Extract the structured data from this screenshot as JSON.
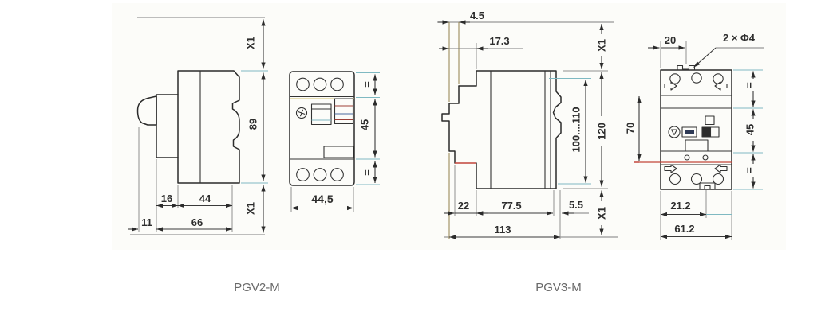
{
  "page": {
    "background": "#ffffff"
  },
  "colors": {
    "line": "#2b2b2b",
    "dimension_text": "#2e2e2e",
    "caption_text": "#6a6a6a",
    "accent_red": "#c2453a",
    "accent_cyan": "#7fb9c2",
    "accent_olive": "#9c8a5a",
    "accent_green": "#7d8746",
    "accent_yellow": "#cfc06a",
    "accent_blue": "#4a6a9e",
    "button_dark": "#2e3a55"
  },
  "pgv2": {
    "caption": "PGV2-M",
    "side": {
      "x1_top": "X1",
      "height": "89",
      "x1_bottom": "X1",
      "lever_depth": "16",
      "body_depth": "44",
      "front_offset": "11",
      "total_depth": "66"
    },
    "front": {
      "terminal_top": "=",
      "center_height": "45",
      "terminal_bottom": "=",
      "width": "44,5"
    }
  },
  "pgv3": {
    "caption": "PGV3-M",
    "side": {
      "knob_offset": "4.5",
      "step_depth": "17.3",
      "x1_top": "X1",
      "height": "120",
      "mount_height_range": "100....110",
      "front_depth": "22",
      "body_depth": "77.5",
      "rail_depth": "5.5",
      "x1_bottom": "X1",
      "total_depth": "113"
    },
    "front": {
      "hole_offset": "20",
      "mounting_holes": "2 × Φ4",
      "hole_spacing": "70",
      "terminal_top": "=",
      "center_height": "45",
      "terminal_bottom": "=",
      "slot_offset": "21.2",
      "width": "61.2"
    }
  }
}
